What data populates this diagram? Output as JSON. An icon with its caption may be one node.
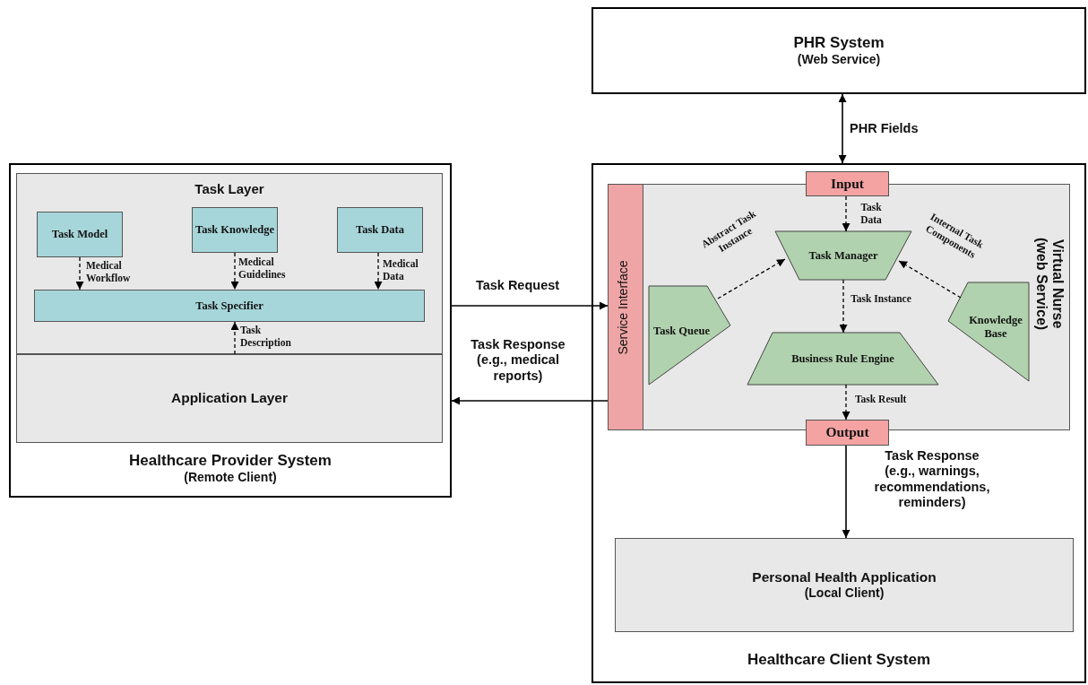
{
  "diagram": {
    "nodes": [
      {
        "text": [
          "PHR System",
          "(Web Service)"
        ]
      },
      {
        "text": [
          "Healthcare Provider System",
          "(Remote Client)"
        ]
      },
      {
        "text": [
          "Task Layer"
        ],
        "in": 1
      },
      {
        "text": [
          "Task Model"
        ],
        "in": 2
      },
      {
        "text": [
          "Task Knowledge"
        ],
        "in": 2
      },
      {
        "text": [
          "Task Data"
        ],
        "in": 2
      },
      {
        "text": [
          "Task Specifier"
        ],
        "in": 2
      },
      {
        "text": [
          "Application Layer"
        ],
        "in": 1
      },
      {
        "text": [
          "Healthcare Client System"
        ]
      },
      {
        "text": [
          "Virtual Nurse (web Service)"
        ],
        "in": 8
      },
      {
        "text": [
          "Service Interface"
        ],
        "in": 9
      },
      {
        "text": [
          "Input"
        ],
        "in": 8
      },
      {
        "text": [
          "Task Manager"
        ],
        "in": 9
      },
      {
        "text": [
          "Task Queue"
        ],
        "in": 9
      },
      {
        "text": [
          "Knowledge Base"
        ],
        "in": 9
      },
      {
        "text": [
          "Business Rule Engine"
        ],
        "in": 9
      },
      {
        "text": [
          "Output"
        ],
        "in": 8
      },
      {
        "text": [
          "Personal Health Application",
          "(Local Client)"
        ],
        "in": 8
      }
    ],
    "edges": [
      {
        "from": 0,
        "to": 8,
        "arrow": "both",
        "label": "PHR Fields"
      },
      {
        "from": 3,
        "to": 6,
        "arrow": "to",
        "style": "dashed",
        "label": "Medical Workflow"
      },
      {
        "from": 4,
        "to": 6,
        "arrow": "to",
        "style": "dashed",
        "label": "Medical Guidelines"
      },
      {
        "from": 5,
        "to": 6,
        "arrow": "to",
        "style": "dashed",
        "label": "Medical Data"
      },
      {
        "from": 7,
        "to": 6,
        "arrow": "to",
        "style": "dashed",
        "label": "Task Description"
      },
      {
        "from": 1,
        "to": 10,
        "arrow": "to",
        "label": "Task Request"
      },
      {
        "from": 10,
        "to": 1,
        "arrow": "to",
        "label": "Task Response (e.g., medical reports)"
      },
      {
        "from": 11,
        "to": 12,
        "arrow": "to",
        "style": "dashed",
        "label": "Task Data"
      },
      {
        "from": 13,
        "to": 12,
        "arrow": "to",
        "style": "dashed",
        "label": "Abstract Task Instance"
      },
      {
        "from": 14,
        "to": 12,
        "arrow": "to",
        "style": "dashed",
        "label": "Internal Task Components"
      },
      {
        "from": 12,
        "to": 15,
        "arrow": "to",
        "style": "dashed",
        "label": "Task Instance"
      },
      {
        "from": 15,
        "to": 16,
        "arrow": "to",
        "style": "dashed",
        "label": "Task Result"
      },
      {
        "from": 16,
        "to": 17,
        "arrow": "to",
        "label": "Task Response (e.g., warnings, recommendations, reminders)"
      }
    ]
  }
}
